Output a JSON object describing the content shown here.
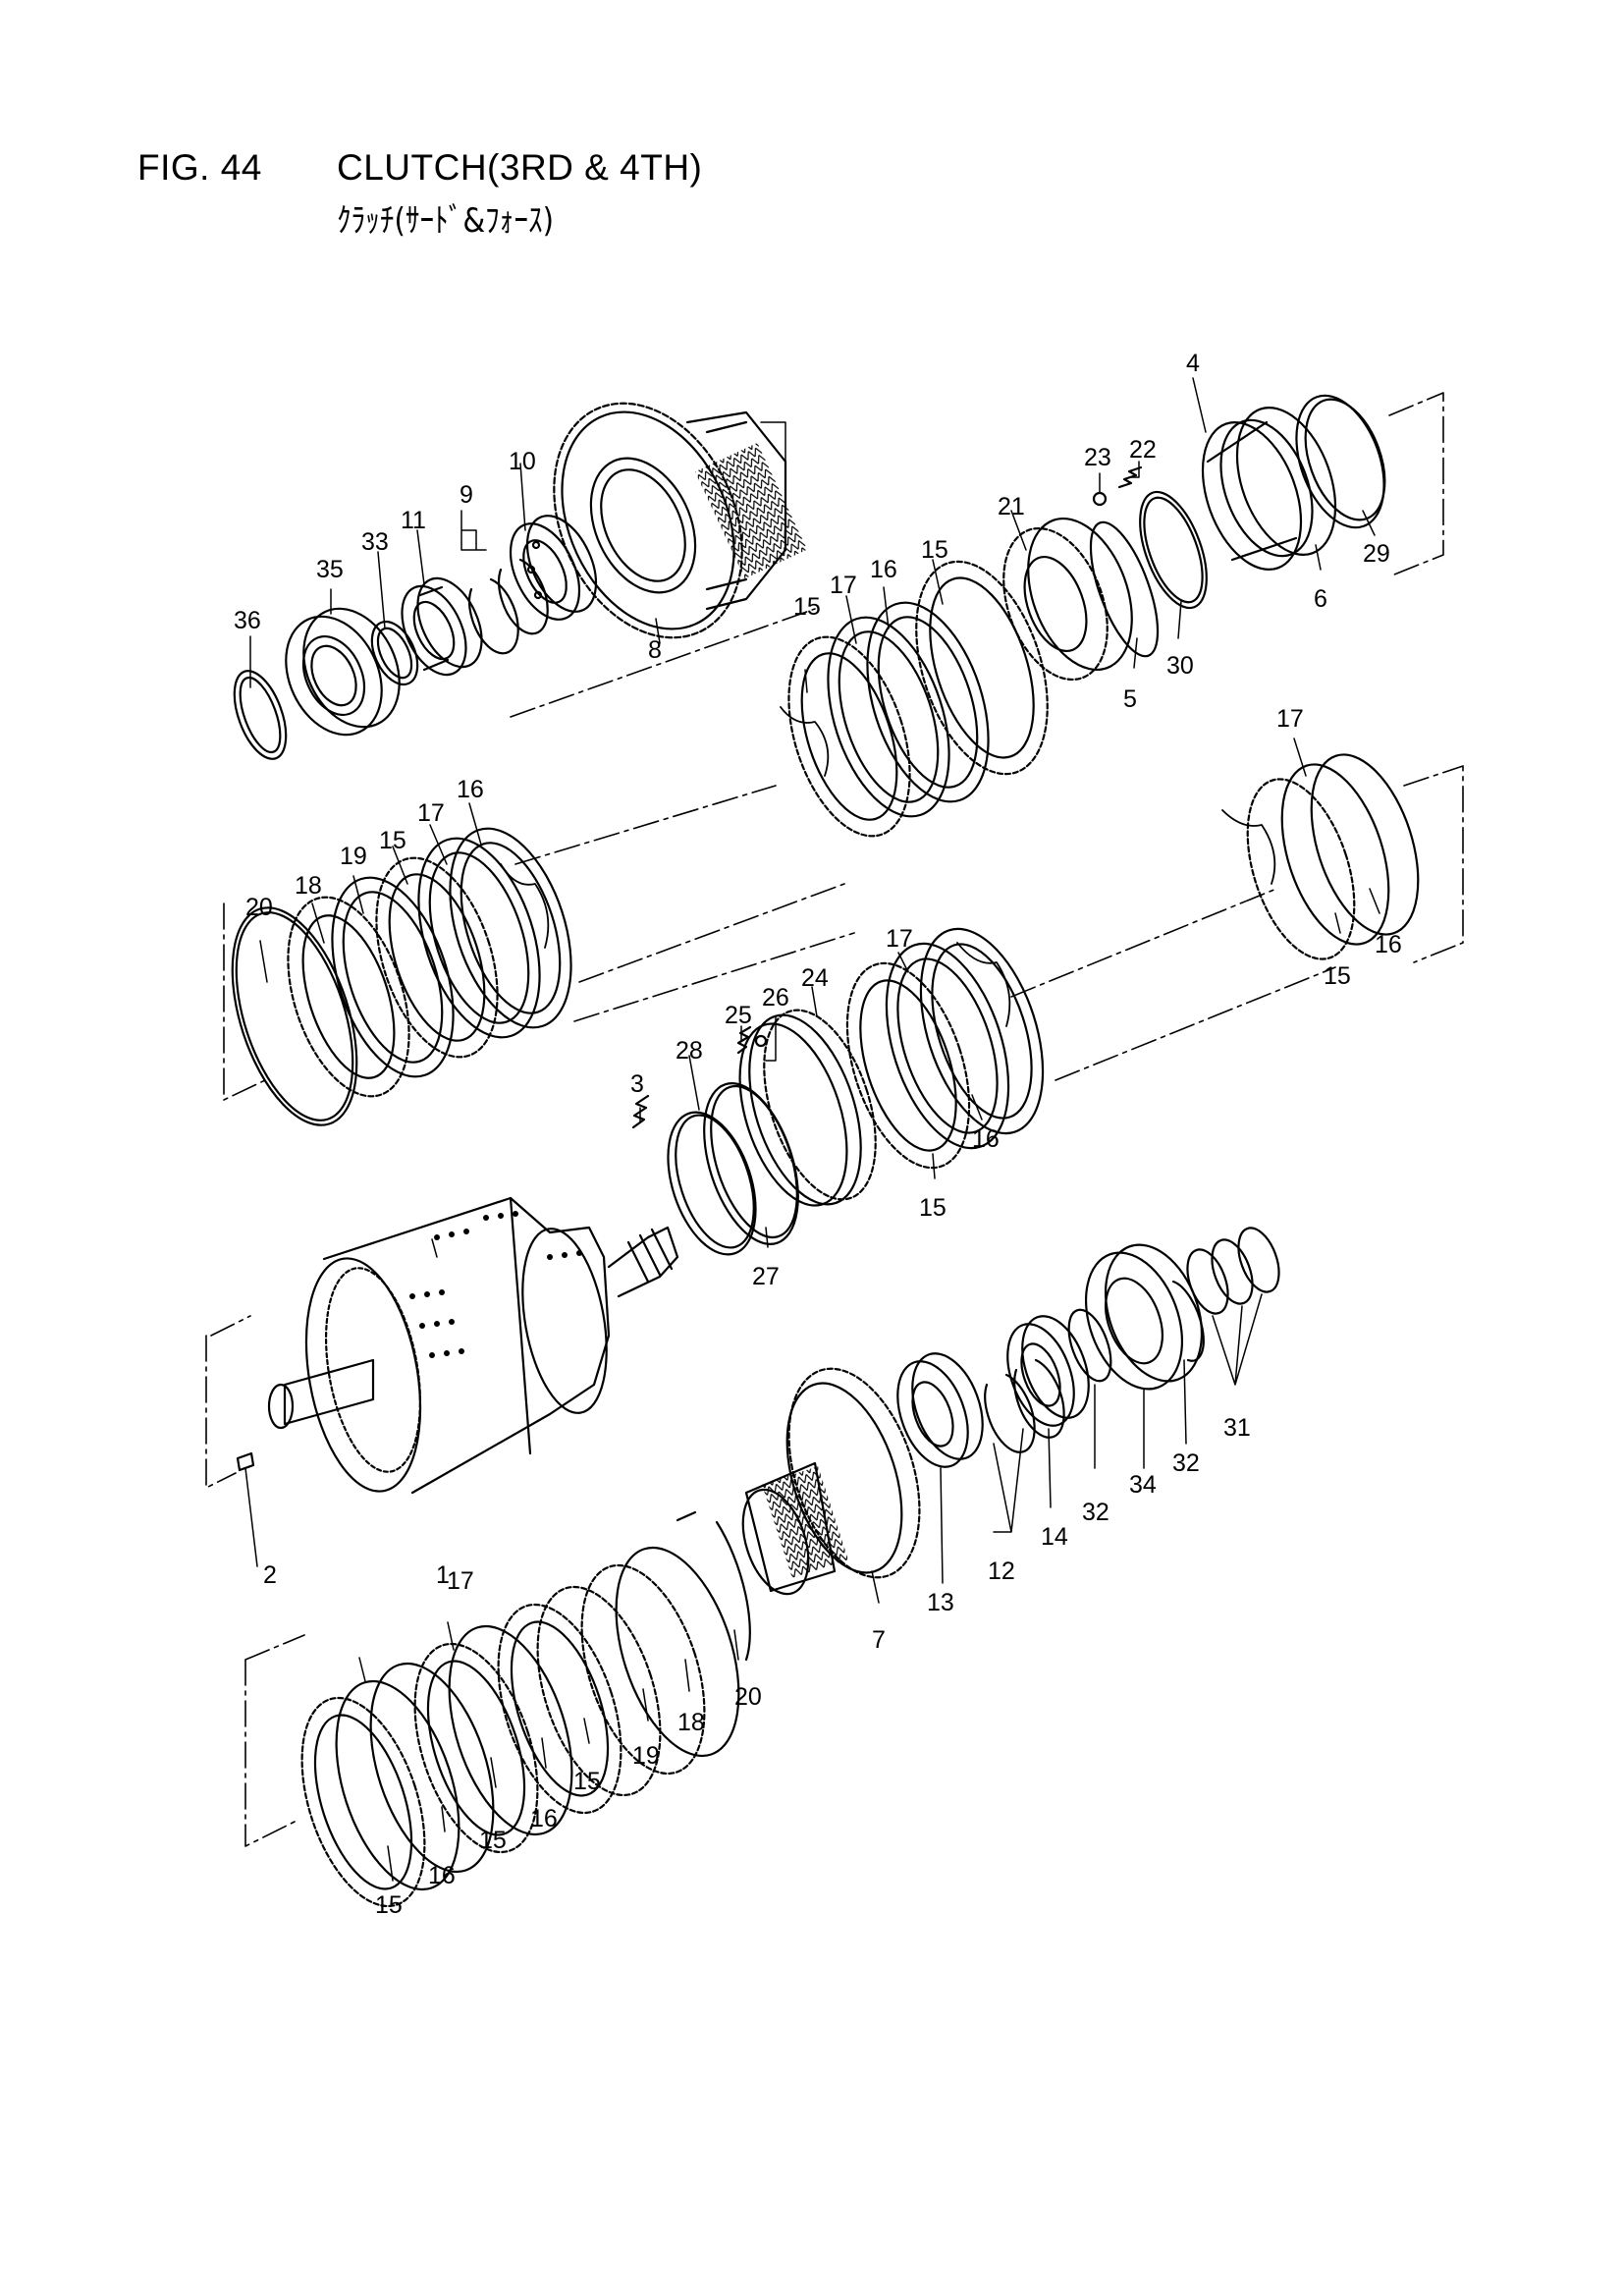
{
  "header": {
    "figure": "FIG. 44",
    "title": "CLUTCH(3RD & 4TH)",
    "subtitle": "ｸﾗｯﾁ(ｻｰﾄﾞ&ﾌｫｰｽ)"
  },
  "callouts": [
    "1",
    "2",
    "3",
    "4",
    "5",
    "6",
    "7",
    "8",
    "9",
    "10",
    "11",
    "12",
    "13",
    "14",
    "15",
    "15",
    "15",
    "15",
    "15",
    "15",
    "15",
    "15",
    "16",
    "16",
    "16",
    "16",
    "16",
    "16",
    "17",
    "17",
    "17",
    "17",
    "17",
    "18",
    "18",
    "19",
    "19",
    "20",
    "20",
    "21",
    "22",
    "23",
    "24",
    "25",
    "26",
    "27",
    "28",
    "29",
    "30",
    "31",
    "32",
    "32",
    "33",
    "34",
    "35",
    "36"
  ]
}
